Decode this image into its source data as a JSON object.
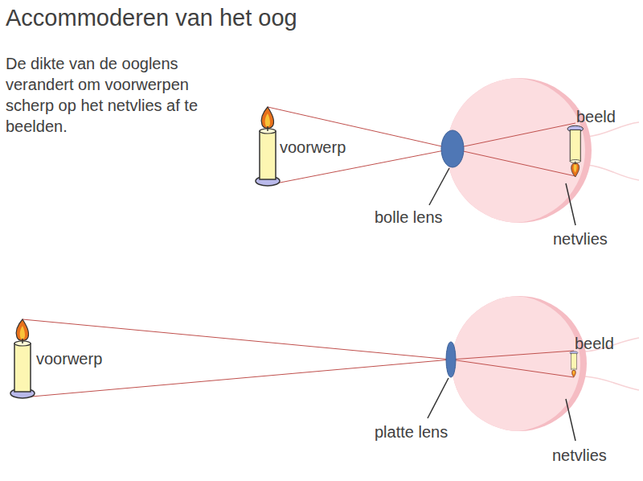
{
  "diagram": {
    "title": "Accommoderen van het oog",
    "labels": [
      "De dikte van de ooglens verandert om voorwerpen scherp op het netvlies af te beelden.",
      "voorwerp",
      "beeld",
      "bolle lens",
      "netvlies",
      "voorwerp",
      "beeld",
      "platte lens",
      "netvlies"
    ]
  }
}
